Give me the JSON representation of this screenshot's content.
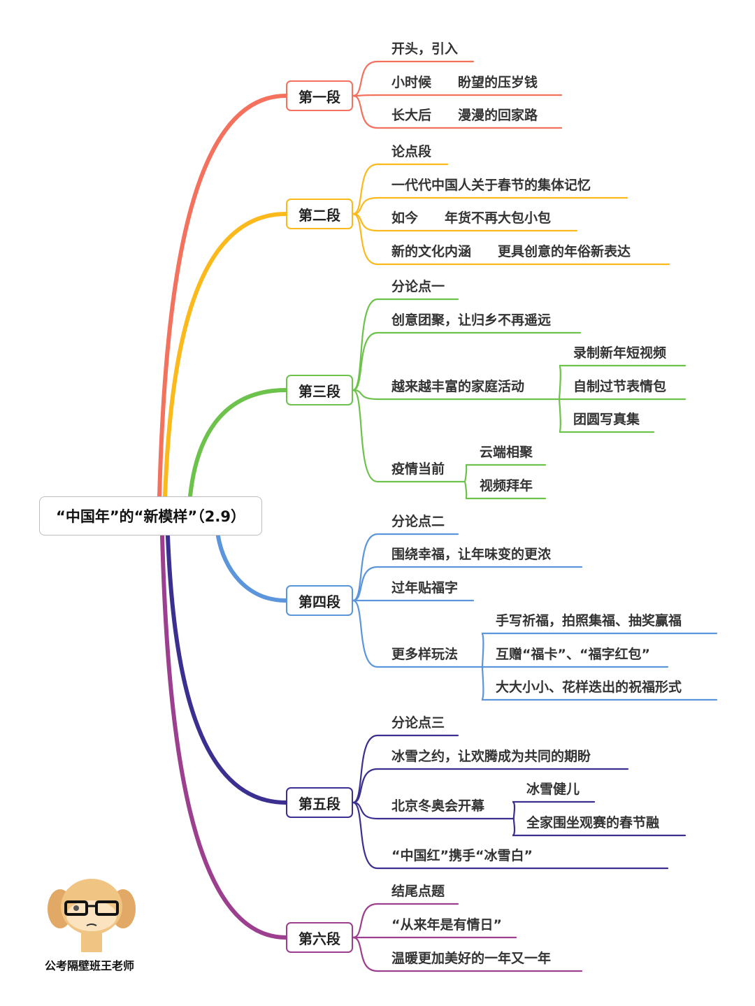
{
  "root": {
    "title": "“中国年”的“新模样”（2.9）"
  },
  "colors": {
    "s1": "#f4715e",
    "s2": "#fbb91c",
    "s3": "#6cc24a",
    "s4": "#5b95db",
    "s5": "#3b2f8f",
    "s6": "#9b3f8e"
  },
  "sections": [
    {
      "label": "第一段",
      "leaves": [
        "开头，引入",
        "小时候　　盼望的压岁钱",
        "长大后　　漫漫的回家路"
      ]
    },
    {
      "label": "第二段",
      "leaves": [
        "论点段",
        "一代代中国人关于春节的集体记忆",
        "如今　　年货不再大包小包",
        "新的文化内涵　　更具创意的年俗新表达"
      ]
    },
    {
      "label": "第三段",
      "leaves": [
        "分论点一",
        "创意团聚，让归乡不再遥远",
        "越来越丰富的家庭活动",
        "疫情当前"
      ],
      "subs": {
        "activities": [
          "录制新年短视频",
          "自制过节表情包",
          "团圆写真集"
        ],
        "epidemic": [
          "云端相聚",
          "视频拜年"
        ]
      }
    },
    {
      "label": "第四段",
      "leaves": [
        "分论点二",
        "围绕幸福，让年味变的更浓",
        "过年贴福字",
        "更多样玩法"
      ],
      "subs": {
        "play": [
          "手写祈福，拍照集福、抽奖赢福",
          "互赠“福卡”、“福字红包”",
          "大大小小、花样迭出的祝福形式"
        ]
      }
    },
    {
      "label": "第五段",
      "leaves": [
        "分论点三",
        "冰雪之约，让欢腾成为共同的期盼",
        "北京冬奥会开幕",
        "“中国红”携手“冰雪白”"
      ],
      "subs": {
        "olympics": [
          "冰雪健儿",
          "全家围坐观赛的春节融"
        ]
      }
    },
    {
      "label": "第六段",
      "leaves": [
        "结尾点题",
        "“从来年是有情日”",
        "温暖更加美好的一年又一年"
      ]
    }
  ],
  "credit": "公考隔壁班王老师"
}
